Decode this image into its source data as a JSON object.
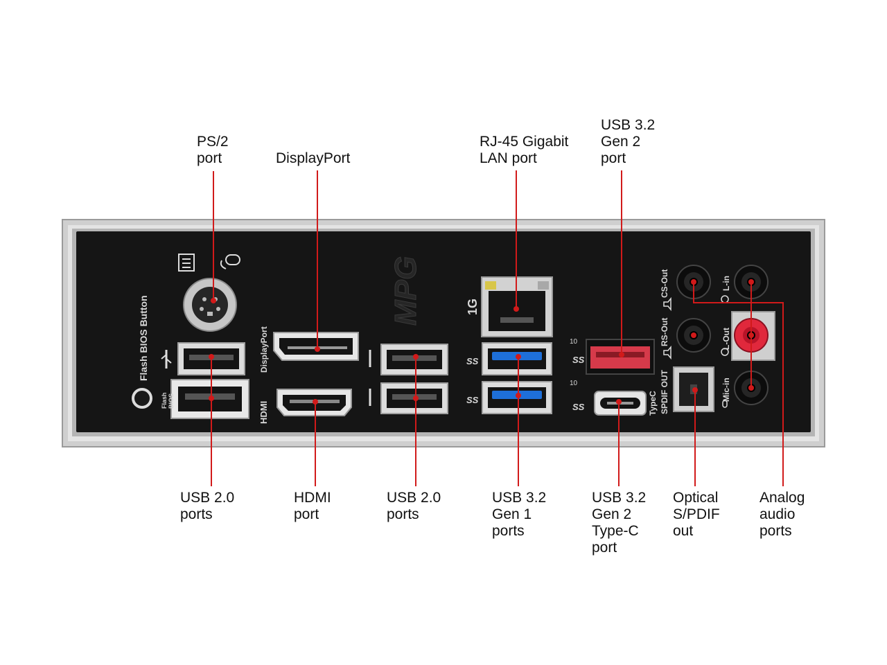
{
  "callouts": {
    "ps2": "PS/2\nport",
    "displayport": "DisplayPort",
    "rj45": "RJ-45 Gigabit\nLAN port",
    "usb32g2": "USB 3.2\nGen 2\nport",
    "usb20_left": "USB 2.0\nports",
    "hdmi": "HDMI\nport",
    "usb20_mid": "USB 2.0\nports",
    "usb32g1": "USB 3.2\nGen 1\nports",
    "usb32g2c": "USB 3.2\nGen 2\nType-C\nport",
    "optical": "Optical\nS/PDIF\nout",
    "analog": "Analog\naudio\nports"
  },
  "panel_labels": {
    "flash_bios_button": "Flash BIOS Button",
    "flash_bios_port": "Flash\nBIOS",
    "displayport": "DisplayPort",
    "hdmi": "HDMI",
    "brand": "MPG",
    "lan_speed": "1G",
    "ss10_top": "10",
    "ss10_bottom": "10",
    "typec": "TypeC",
    "spdif": "SPDIF OUT",
    "cs_out": "CS-Out",
    "rs_out": "RS-Out",
    "l_in": "L-in",
    "l_out": "L-Out",
    "mic_in": "Mic-in"
  },
  "colors": {
    "panel": "#151515",
    "shield": "#c9c9c9",
    "leader": "#d11a1a",
    "usb3_blue": "#1e6fd9",
    "usb3_red": "#d63a4a",
    "lout_pink": "#e0283c"
  },
  "icons": [
    "keyboard-icon",
    "mouse-icon",
    "usb-icon",
    "superspeed-usb-icon",
    "speaker-icon",
    "headphone-icon",
    "microphone-icon",
    "line-in-icon"
  ]
}
